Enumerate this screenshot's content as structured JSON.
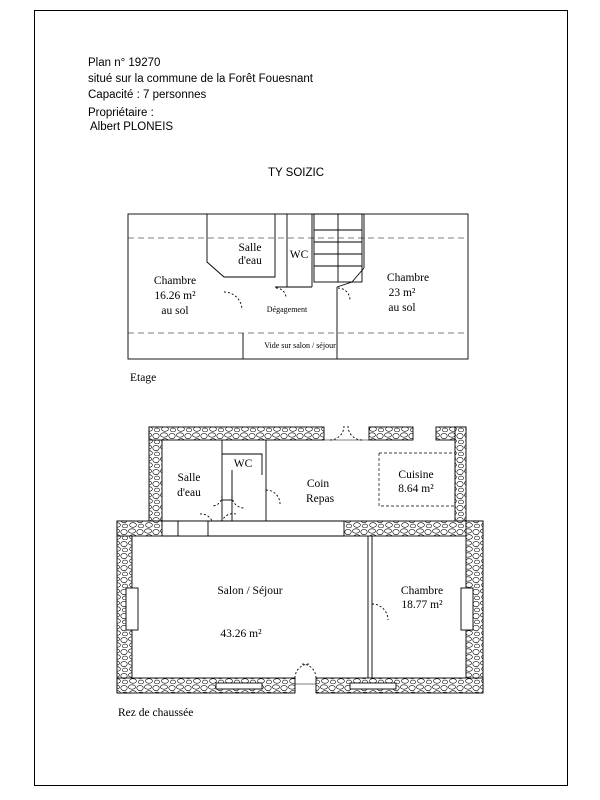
{
  "header": {
    "plan": "Plan n° 19270",
    "commune": "situé sur la commune de la Forêt Fouesnant",
    "capacity": "Capacité : 7 personnes",
    "owner_label": "Propriétaire :",
    "owner_name": "Albert PLONEIS"
  },
  "title": "TY SOIZIC",
  "etage": {
    "label": "Etage",
    "chambre_left": [
      "Chambre",
      "16.26 m²",
      "au sol"
    ],
    "salle_deau": [
      "Salle",
      "d'eau"
    ],
    "wc": "WC",
    "degagement": "Dégagement",
    "chambre_right": [
      "Chambre",
      "23 m²",
      "au sol"
    ],
    "vide": "Vide sur salon / séjour"
  },
  "rdc": {
    "label": "Rez de chaussée",
    "salle_deau": [
      "Salle",
      "d'eau"
    ],
    "wc": "WC",
    "coin_repas": [
      "Coin",
      "Repas"
    ],
    "cuisine": [
      "Cuisine",
      "8.64 m²"
    ],
    "salon": "Salon / Séjour",
    "salon_area": "43.26 m²",
    "chambre": [
      "Chambre",
      "18.77 m²"
    ]
  }
}
